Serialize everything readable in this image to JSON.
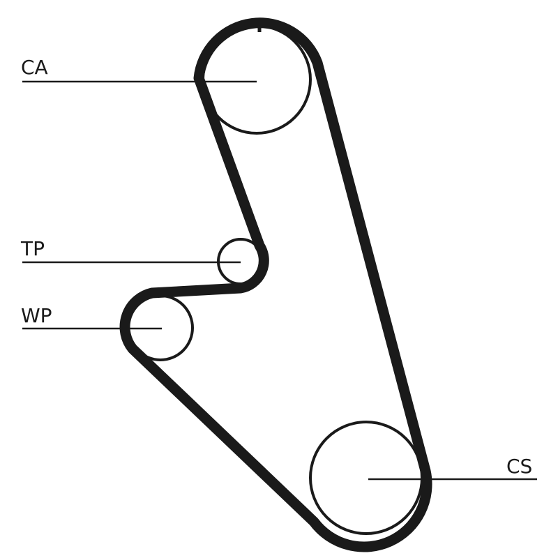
{
  "diagram": {
    "labels": {
      "camshaft": "CA",
      "tensioner": "TP",
      "water_pump": "WP",
      "crankshaft": "CS"
    },
    "colors": {
      "belt": "#1a1a1a",
      "background": "#ffffff"
    }
  }
}
